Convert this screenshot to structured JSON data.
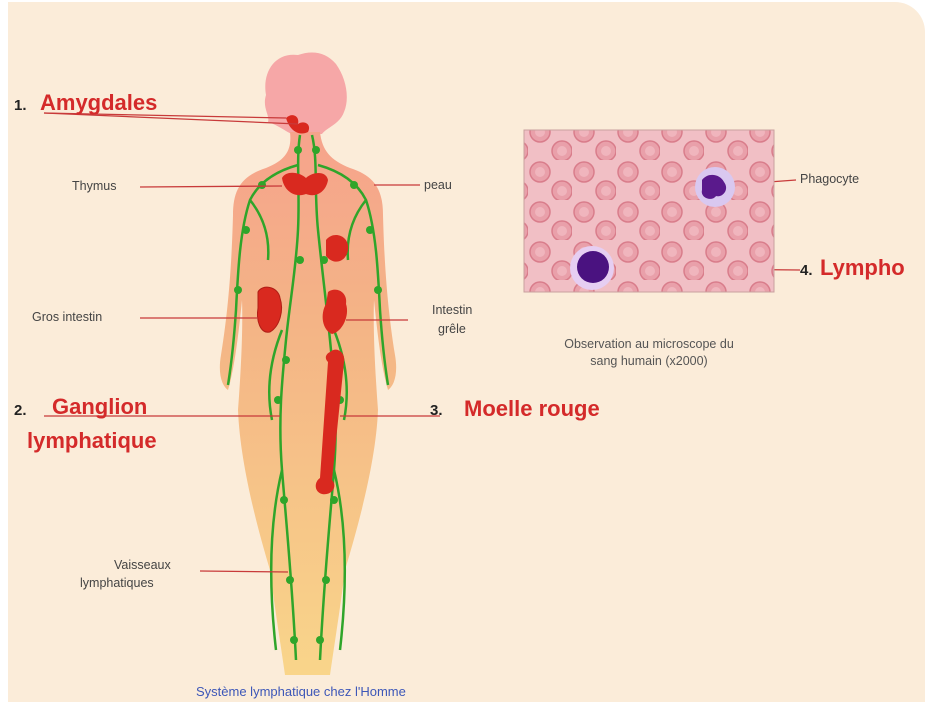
{
  "labels": {
    "thymus": "Thymus",
    "peau": "peau",
    "gros_intestin": "Gros intestin",
    "intestin_grele_1": "Intestin",
    "intestin_grele_2": "grêle",
    "vaisseaux_1": "Vaisseaux",
    "vaisseaux_2": "lymphatiques",
    "phagocyte": "Phagocyte"
  },
  "numbered": [
    {
      "num": "1.",
      "text": "Amygdales"
    },
    {
      "num": "2.",
      "text": "Ganglion",
      "text2": "lymphatique"
    },
    {
      "num": "3.",
      "text": "Moelle rouge"
    },
    {
      "num": "4.",
      "text": "Lympho"
    }
  ],
  "micro_caption": {
    "line1": "Observation au microscope du",
    "line2": "sang humain (x2000)"
  },
  "bottom_caption": "Système lymphatique chez l'Homme",
  "colors": {
    "background": "#fbecd9",
    "body": "#f4b486",
    "vessels": "#2fa52a",
    "organs": "#d9291f",
    "label_red": "#d42a2a",
    "caption_blue": "#3d57b8"
  }
}
